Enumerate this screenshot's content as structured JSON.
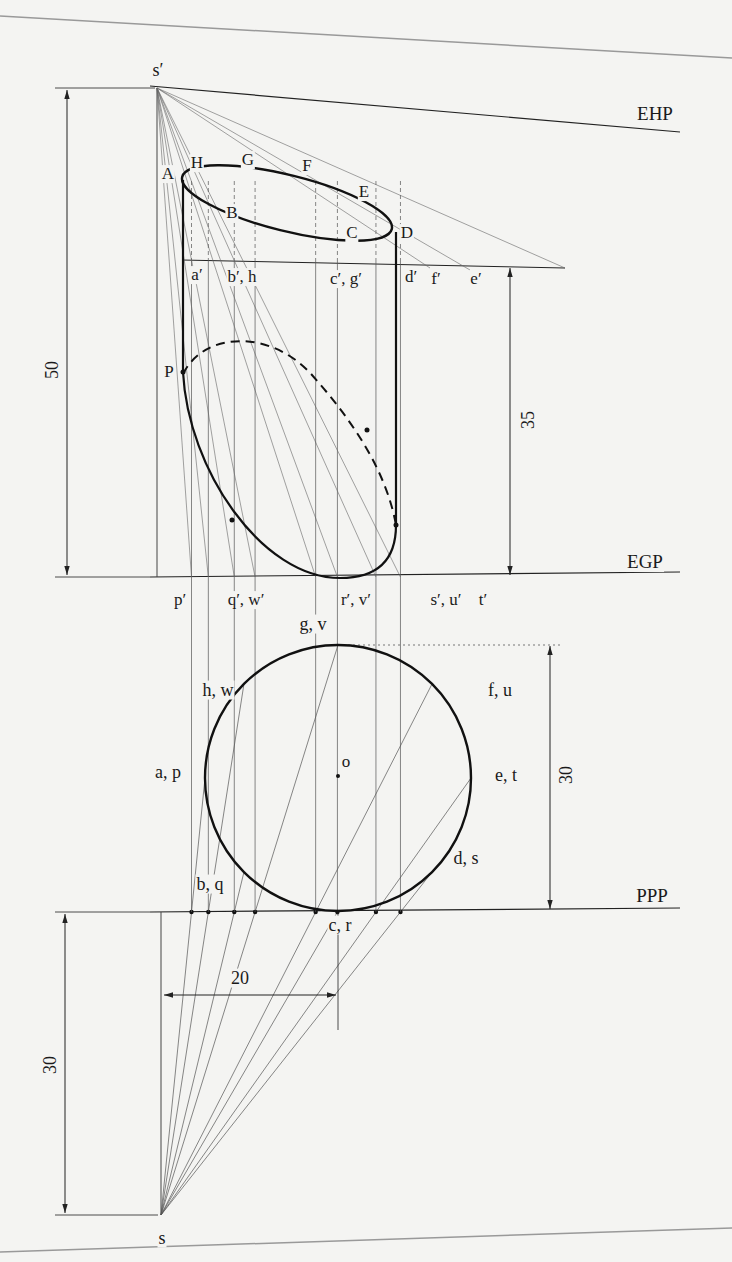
{
  "diagram": {
    "labels": [
      "s′",
      "EHP",
      "A",
      "H",
      "G",
      "F",
      "E",
      "B",
      "C",
      "D",
      "a′",
      "b′, h",
      "c′, g′",
      "d′",
      "f′",
      "e′",
      "50",
      "35",
      "P",
      "EGP",
      "p′",
      "q′, w′",
      "r′, v′",
      "s′, u′",
      "t′",
      "g, v",
      "h, w",
      "f, u",
      "a, p",
      "o",
      "e, t",
      "30",
      "b, q",
      "d, s",
      "PPP",
      "c, r",
      "20",
      "30",
      "s"
    ]
  }
}
